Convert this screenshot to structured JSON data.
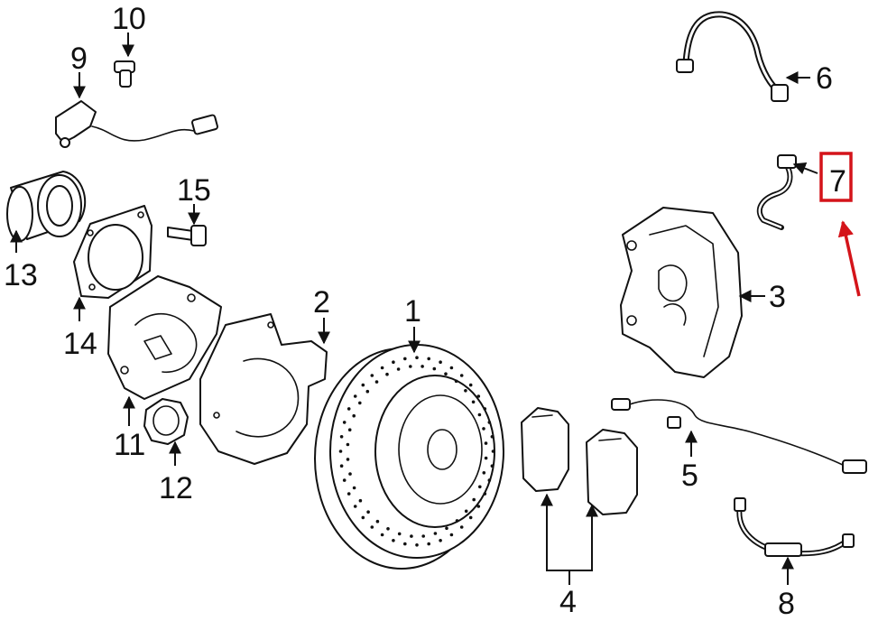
{
  "callouts": {
    "c1": "1",
    "c2": "2",
    "c3": "3",
    "c4": "4",
    "c5": "5",
    "c6": "6",
    "c7": "7",
    "c8": "8",
    "c9": "9",
    "c10": "10",
    "c11": "11",
    "c12": "12",
    "c13": "13",
    "c14": "14",
    "c15": "15"
  },
  "highlight": {
    "target": "7",
    "color": "#d4141a"
  }
}
